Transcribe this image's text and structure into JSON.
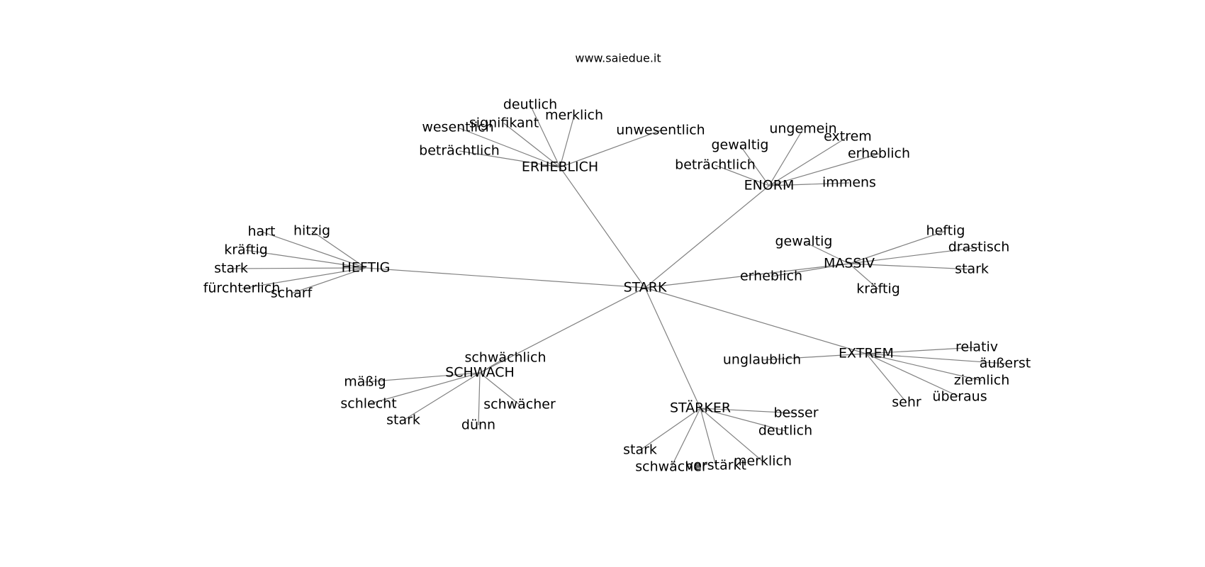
{
  "source_label": "www.saiedue.it",
  "center": "STARK",
  "groups": [
    {
      "hub": "ERHEBLICH",
      "words": [
        "deutlich",
        "merklich",
        "signifikant",
        "wesentlich",
        "beträchtlich",
        "unwesentlich"
      ]
    },
    {
      "hub": "ENORM",
      "words": [
        "ungemein",
        "extrem",
        "gewaltig",
        "erheblich",
        "beträchtlich",
        "immens"
      ]
    },
    {
      "hub": "HEFTIG",
      "words": [
        "hart",
        "hitzig",
        "kräftig",
        "stark",
        "fürchterlich",
        "scharf"
      ]
    },
    {
      "hub": "MASSIV",
      "words": [
        "heftig",
        "gewaltig",
        "drastisch",
        "stark",
        "kräftig",
        "erheblich"
      ]
    },
    {
      "hub": "EXTREM",
      "words": [
        "relativ",
        "äußerst",
        "ziemlich",
        "überaus",
        "sehr",
        "unglaublich"
      ]
    },
    {
      "hub": "SCHWACH",
      "words": [
        "schwächlich",
        "mäßig",
        "schlecht",
        "stark",
        "schwächer",
        "dünn"
      ]
    },
    {
      "hub": "STÄRKER",
      "words": [
        "besser",
        "deutlich",
        "stark",
        "schwächer",
        "verstärkt",
        "merklich"
      ]
    }
  ]
}
